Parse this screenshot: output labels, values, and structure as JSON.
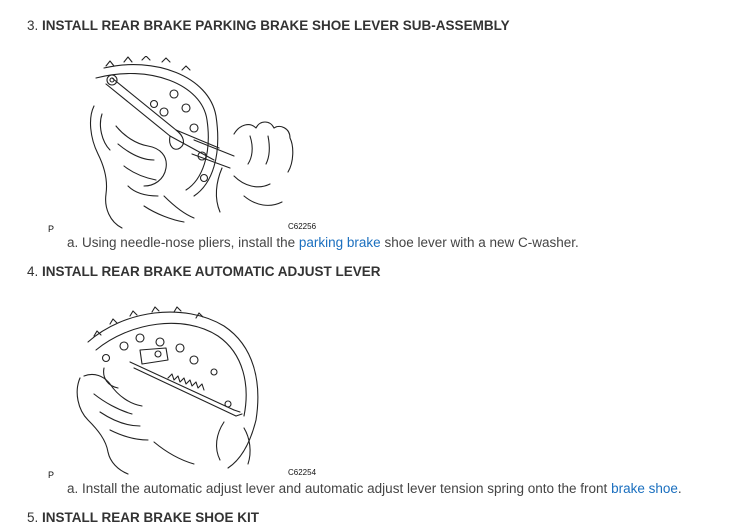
{
  "steps": [
    {
      "number": "3.",
      "title": "INSTALL REAR BRAKE PARKING BRAKE SHOE LEVER SUB-ASSEMBLY",
      "figure": {
        "corner_label": "P",
        "code": "C62256",
        "icon": "pliers-installing-lever-illustration"
      },
      "substep": {
        "prefix": "a. Using needle-nose pliers, install the ",
        "link": "parking brake",
        "suffix": " shoe lever with a new C-washer."
      }
    },
    {
      "number": "4.",
      "title": "INSTALL REAR BRAKE AUTOMATIC ADJUST LEVER",
      "figure": {
        "corner_label": "P",
        "code": "C62254",
        "icon": "adjust-lever-spring-illustration"
      },
      "substep": {
        "prefix": "a. Install the automatic adjust lever and automatic adjust lever tension spring onto the front ",
        "link": "brake shoe",
        "suffix": "."
      }
    },
    {
      "number": "5.",
      "title": "INSTALL REAR BRAKE SHOE KIT"
    }
  ],
  "colors": {
    "link": "#1a6fbf",
    "text": "#333333",
    "accent_green": "#2e9b2e"
  }
}
